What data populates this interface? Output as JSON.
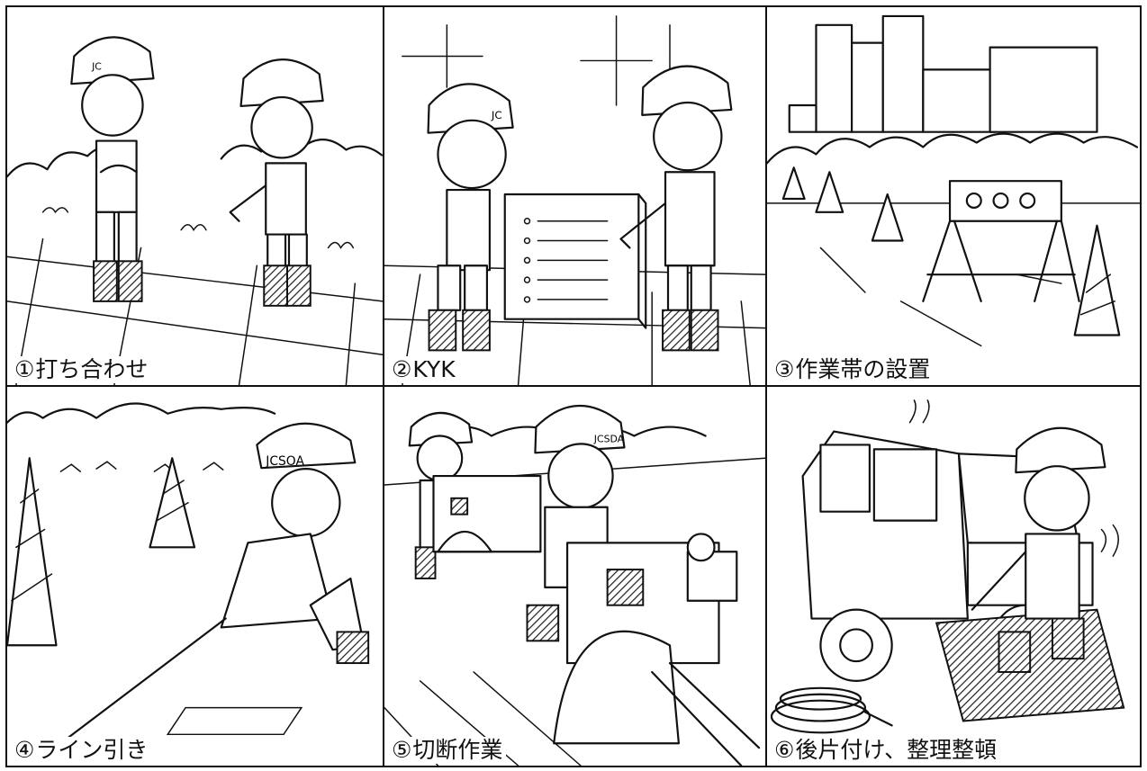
{
  "panels": [
    {
      "num": "①",
      "label": "打ち合わせ"
    },
    {
      "num": "②",
      "label": "KYK"
    },
    {
      "num": "③",
      "label": "作業帯の設置"
    },
    {
      "num": "④",
      "label": "ライン引き"
    },
    {
      "num": "⑤",
      "label": "切断作業"
    },
    {
      "num": "⑥",
      "label": "後片付け、整理整頓"
    }
  ],
  "helmet_marks": {
    "p2_left": "JC",
    "p4": "JCSOA",
    "p5": "JCSDA"
  }
}
